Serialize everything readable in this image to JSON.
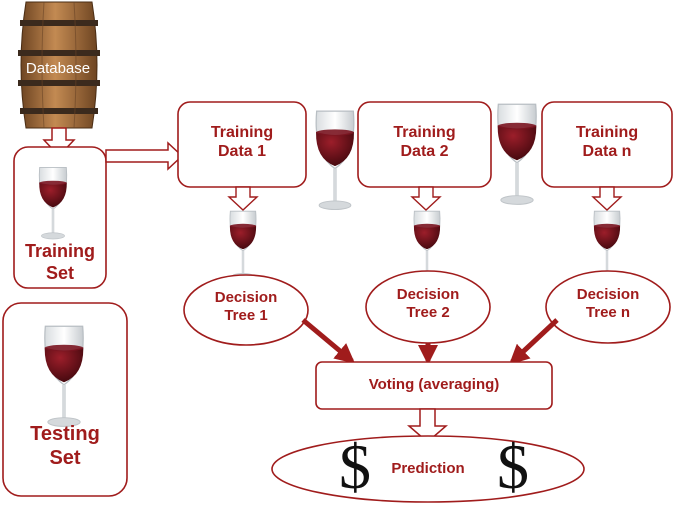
{
  "database": {
    "label": "Database"
  },
  "training_set": {
    "line1": "Training",
    "line2": "Set"
  },
  "testing_set": {
    "line1": "Testing",
    "line2": "Set"
  },
  "training_data": [
    {
      "line1": "Training",
      "line2": "Data 1"
    },
    {
      "line1": "Training",
      "line2": "Data 2"
    },
    {
      "line1": "Training",
      "line2": "Data n"
    }
  ],
  "decision_trees": [
    {
      "line1": "Decision",
      "line2": "Tree 1"
    },
    {
      "line1": "Decision",
      "line2": "Tree 2"
    },
    {
      "line1": "Decision",
      "line2": "Tree n"
    }
  ],
  "voting": {
    "label": "Voting (averaging)"
  },
  "prediction": {
    "label": "Prediction",
    "symbol": "$"
  },
  "colors": {
    "accent": "#a01c1c",
    "wine": "#5a0f14",
    "barrel": "#9a6a3a"
  }
}
